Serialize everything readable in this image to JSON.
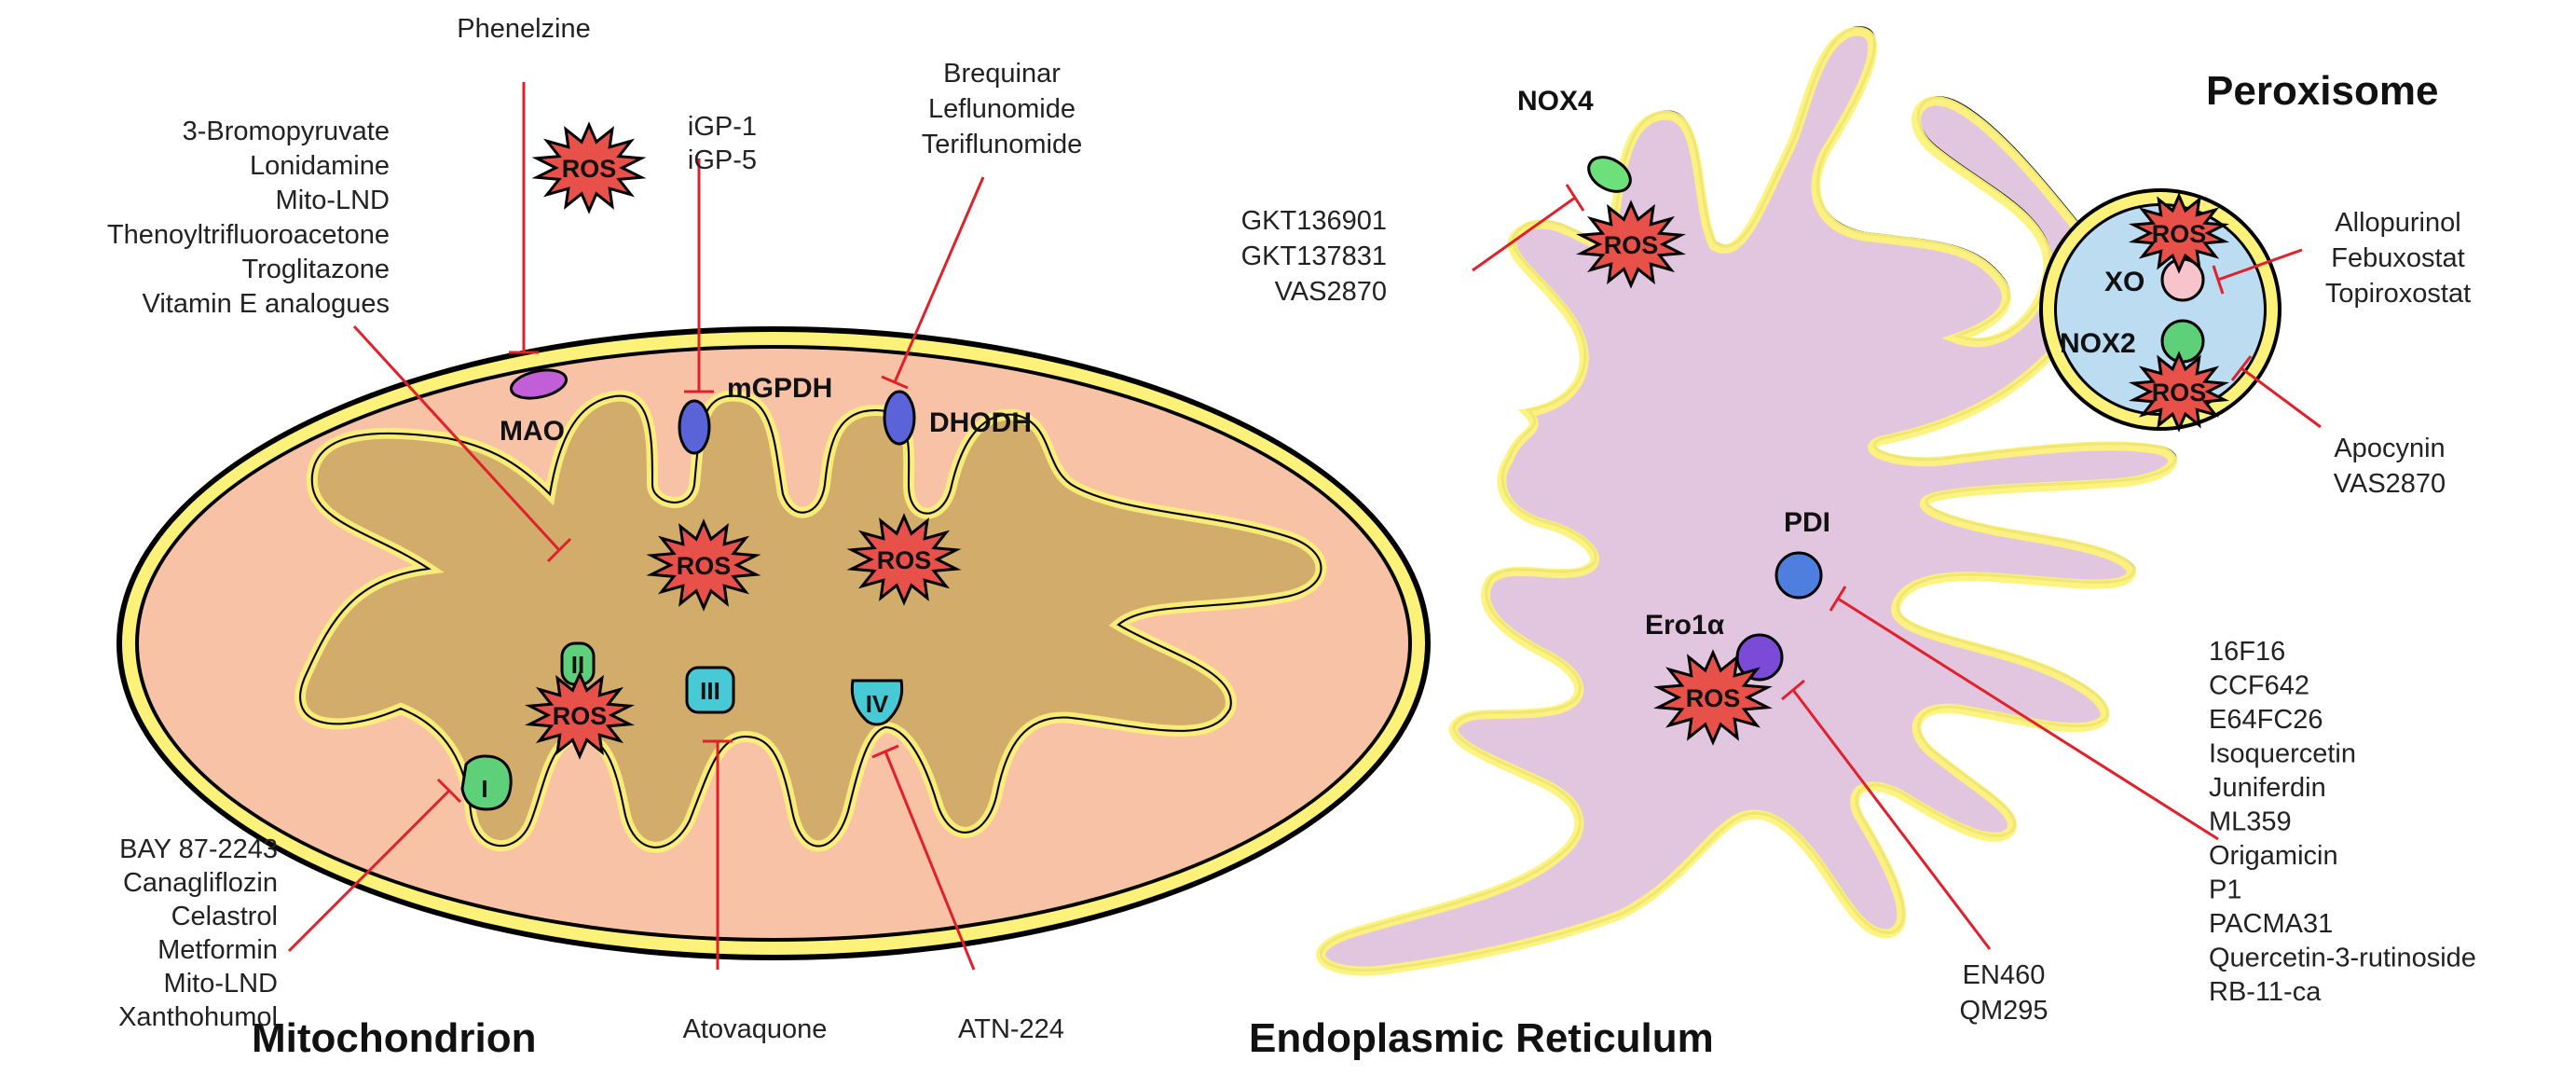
{
  "organelles": {
    "mitochondrion": "Mitochondrion",
    "er": "Endoplasmic Reticulum",
    "peroxisome": "Peroxisome"
  },
  "ros_label": "ROS",
  "proteins": {
    "mao": "MAO",
    "mgpdh": "mGPDH",
    "dhodh": "DHODH",
    "nox4": "NOX4",
    "pdi": "PDI",
    "ero1a": "Ero1α",
    "xo": "XO",
    "nox2": "NOX2"
  },
  "complexes": {
    "c1": "I",
    "c2": "II",
    "c3": "III",
    "c4": "IV"
  },
  "drugs": {
    "phenelzine": [
      "Phenelzine"
    ],
    "complex2": [
      "3-Bromopyruvate",
      "Lonidamine",
      "Mito-LND",
      "Thenoyltrifluoroacetone",
      "Troglitazone",
      "Vitamin E analogues"
    ],
    "mgpdh": [
      "iGP-1",
      "iGP-5"
    ],
    "dhodh": [
      "Brequinar",
      "Leflunomide",
      "Teriflunomide"
    ],
    "nox4": [
      "GKT136901",
      "GKT137831",
      "VAS2870"
    ],
    "xo": [
      "Allopurinol",
      "Febuxostat",
      "Topiroxostat"
    ],
    "nox2": [
      "Apocynin",
      "VAS2870"
    ],
    "complex1": [
      "BAY 87-2243",
      "Canagliflozin",
      "Celastrol",
      "Metformin",
      "Mito-LND",
      "Xanthohumol"
    ],
    "complex3": [
      "Atovaquone"
    ],
    "complex4": [
      "ATN-224"
    ],
    "ero1a": [
      "EN460",
      "QM295"
    ],
    "pdi": [
      "16F16",
      "CCF642",
      "E64FC26",
      "Isoquercetin",
      "Juniferdin",
      "ML359",
      "Origamicin",
      "P1",
      "PACMA31",
      "Quercetin-3-rutinoside",
      "RB-11-ca"
    ]
  },
  "colors": {
    "mito_matrix": "#f7c2a5",
    "mito_membrane": "#fcf27a",
    "mito_cristae": "#d2ac6a",
    "er_lumen": "#e2c6e0",
    "peroxisome_lumen": "#bcdcf1",
    "ros_burst": "#e8504a",
    "inhibitor_line": "#e0202a",
    "complex": "#5fd07a",
    "complex_iii_iv": "#48c9d6",
    "mao": "#c35ed9",
    "mgpdh_dhodh": "#5a64d8",
    "nox": "#6ee07a",
    "pdi": "#4f7fde",
    "ero1a": "#7b4ad6",
    "xo": "#f8c4cc"
  }
}
